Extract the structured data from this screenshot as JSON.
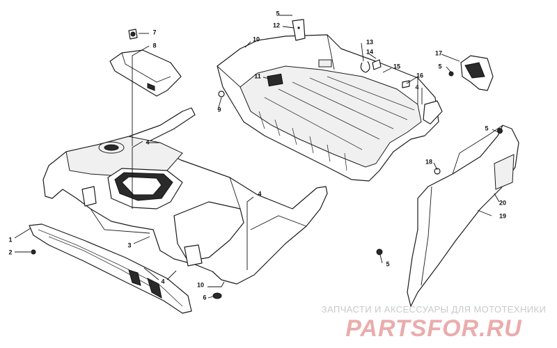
{
  "callouts": [
    {
      "id": "c1",
      "text": "1"
    },
    {
      "id": "c2",
      "text": "2"
    },
    {
      "id": "c3",
      "text": "3"
    },
    {
      "id": "c4a",
      "text": "4"
    },
    {
      "id": "c4b",
      "text": "4"
    },
    {
      "id": "c4c",
      "text": "4"
    },
    {
      "id": "c4d",
      "text": "4"
    },
    {
      "id": "c5a",
      "text": "5"
    },
    {
      "id": "c5b",
      "text": "5"
    },
    {
      "id": "c5c",
      "text": "5"
    },
    {
      "id": "c5d",
      "text": "5"
    },
    {
      "id": "c6",
      "text": "6"
    },
    {
      "id": "c7",
      "text": "7"
    },
    {
      "id": "c8",
      "text": "8"
    },
    {
      "id": "c9",
      "text": "9"
    },
    {
      "id": "c10a",
      "text": "10"
    },
    {
      "id": "c10b",
      "text": "10"
    },
    {
      "id": "c11",
      "text": "11"
    },
    {
      "id": "c12",
      "text": "12"
    },
    {
      "id": "c13",
      "text": "13"
    },
    {
      "id": "c14",
      "text": "14"
    },
    {
      "id": "c15",
      "text": "15"
    },
    {
      "id": "c16",
      "text": "16"
    },
    {
      "id": "c17",
      "text": "17"
    },
    {
      "id": "c18",
      "text": "18"
    },
    {
      "id": "c19",
      "text": "19"
    },
    {
      "id": "c20",
      "text": "20"
    }
  ],
  "watermark": {
    "tagline": "ЗАПЧАСТИ И АКСЕССУАРЫ ДЛЯ МОТОТЕХНИКИ",
    "site": "PARTSFOR.RU"
  },
  "colors": {
    "line": "#1a1a1a",
    "watermark_red": "#d24646",
    "watermark_gray": "#c9c9c9"
  }
}
